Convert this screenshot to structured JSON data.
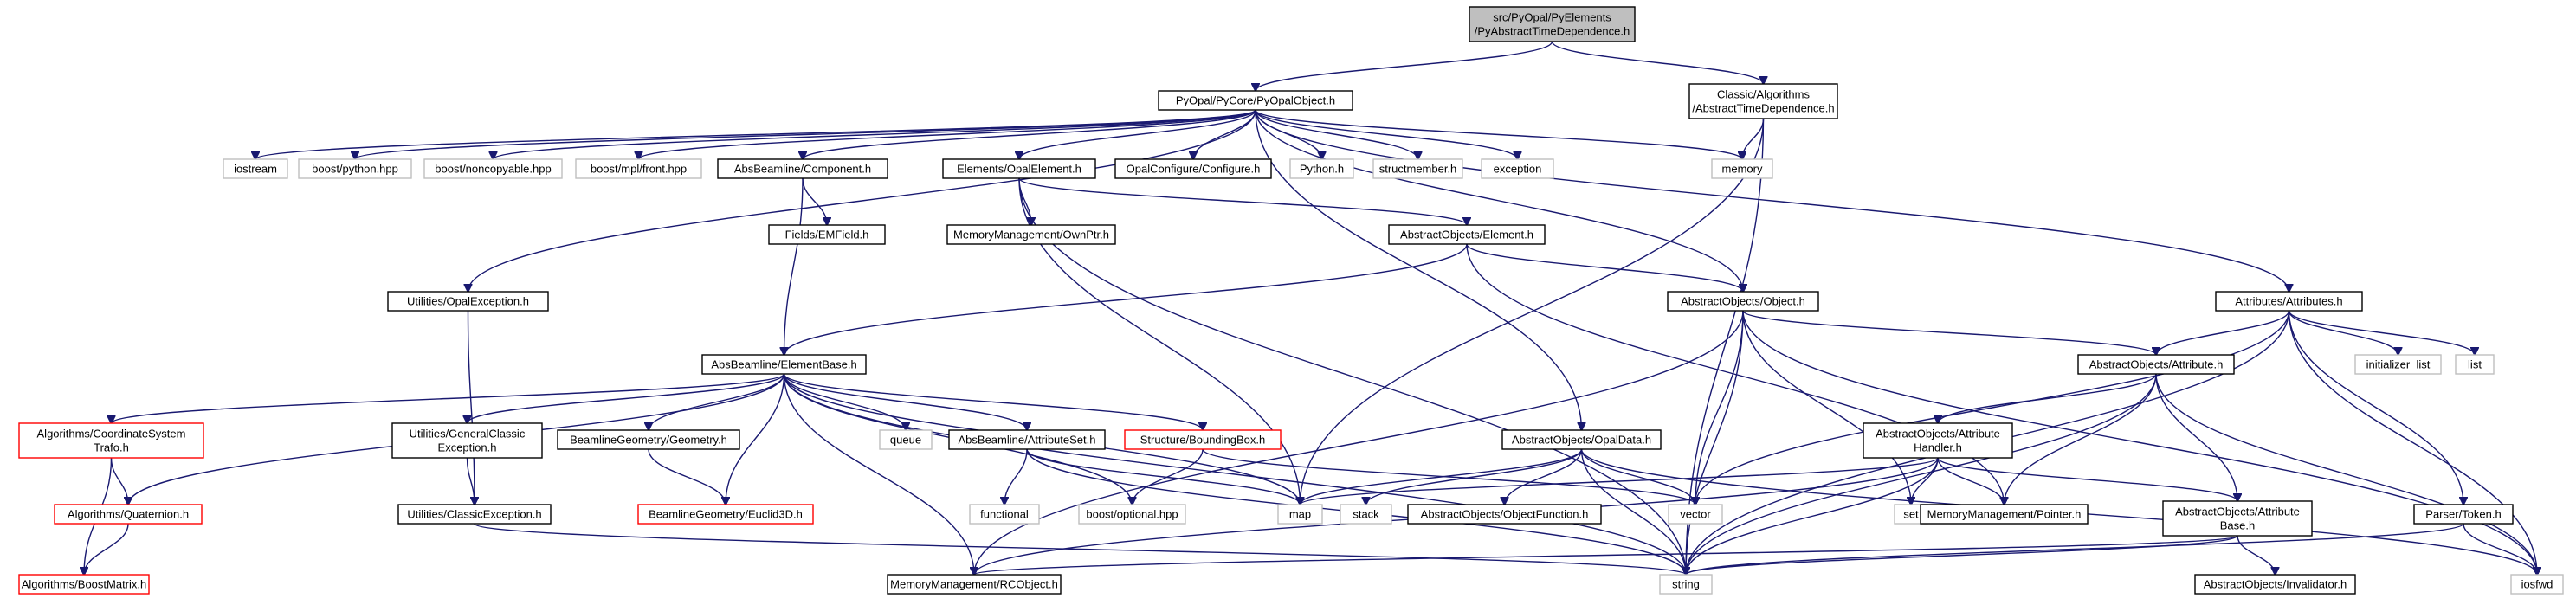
{
  "colors": {
    "edge": "#191970",
    "root_fill": "#bfbfbf",
    "node_border": "#000000",
    "external_border": "#bfbfbf",
    "incomplete_border": "#ff0000"
  },
  "nodes": [
    {
      "id": "root",
      "kind": "root",
      "lines": [
        "src/PyOpal/PyElements",
        "/PyAbstractTimeDependence.h"
      ]
    },
    {
      "id": "pyopalobject",
      "kind": "normal",
      "lines": [
        "PyOpal/PyCore/PyOpalObject.h"
      ]
    },
    {
      "id": "abstracttimedependence",
      "kind": "normal",
      "lines": [
        "Classic/Algorithms",
        "/AbstractTimeDependence.h"
      ]
    },
    {
      "id": "iostream",
      "kind": "external",
      "lines": [
        "iostream"
      ]
    },
    {
      "id": "boost_python",
      "kind": "external",
      "lines": [
        "boost/python.hpp"
      ]
    },
    {
      "id": "boost_noncopyable",
      "kind": "external",
      "lines": [
        "boost/noncopyable.hpp"
      ]
    },
    {
      "id": "boost_mpl_front",
      "kind": "external",
      "lines": [
        "boost/mpl/front.hpp"
      ]
    },
    {
      "id": "component",
      "kind": "normal",
      "lines": [
        "AbsBeamline/Component.h"
      ]
    },
    {
      "id": "opalelement",
      "kind": "normal",
      "lines": [
        "Elements/OpalElement.h"
      ]
    },
    {
      "id": "configure",
      "kind": "normal",
      "lines": [
        "OpalConfigure/Configure.h"
      ]
    },
    {
      "id": "python_h",
      "kind": "external",
      "lines": [
        "Python.h"
      ]
    },
    {
      "id": "structmember",
      "kind": "external",
      "lines": [
        "structmember.h"
      ]
    },
    {
      "id": "exception",
      "kind": "external",
      "lines": [
        "exception"
      ]
    },
    {
      "id": "memory",
      "kind": "external",
      "lines": [
        "memory"
      ]
    },
    {
      "id": "emfield",
      "kind": "normal",
      "lines": [
        "Fields/EMField.h"
      ]
    },
    {
      "id": "ownptr",
      "kind": "normal",
      "lines": [
        "MemoryManagement/OwnPtr.h"
      ]
    },
    {
      "id": "element",
      "kind": "normal",
      "lines": [
        "AbstractObjects/Element.h"
      ]
    },
    {
      "id": "opalexception",
      "kind": "normal",
      "lines": [
        "Utilities/OpalException.h"
      ]
    },
    {
      "id": "object",
      "kind": "normal",
      "lines": [
        "AbstractObjects/Object.h"
      ]
    },
    {
      "id": "attributes",
      "kind": "normal",
      "lines": [
        "Attributes/Attributes.h"
      ]
    },
    {
      "id": "elementbase",
      "kind": "normal",
      "lines": [
        "AbsBeamline/ElementBase.h"
      ]
    },
    {
      "id": "attribute",
      "kind": "normal",
      "lines": [
        "AbstractObjects/Attribute.h"
      ]
    },
    {
      "id": "initializer_list",
      "kind": "external",
      "lines": [
        "initializer_list"
      ]
    },
    {
      "id": "list",
      "kind": "external",
      "lines": [
        "list"
      ]
    },
    {
      "id": "coordsys",
      "kind": "incomplete",
      "lines": [
        "Algorithms/CoordinateSystem",
        "Trafo.h"
      ]
    },
    {
      "id": "generalclassicexception",
      "kind": "normal",
      "lines": [
        "Utilities/GeneralClassic",
        "Exception.h"
      ]
    },
    {
      "id": "geometry",
      "kind": "normal",
      "lines": [
        "BeamlineGeometry/Geometry.h"
      ]
    },
    {
      "id": "queue",
      "kind": "external",
      "lines": [
        "queue"
      ]
    },
    {
      "id": "attributeset",
      "kind": "normal",
      "lines": [
        "AbsBeamline/AttributeSet.h"
      ]
    },
    {
      "id": "boundingbox",
      "kind": "incomplete",
      "lines": [
        "Structure/BoundingBox.h"
      ]
    },
    {
      "id": "opaldata",
      "kind": "normal",
      "lines": [
        "AbstractObjects/OpalData.h"
      ]
    },
    {
      "id": "attributehandler",
      "kind": "normal",
      "lines": [
        "AbstractObjects/Attribute",
        "Handler.h"
      ]
    },
    {
      "id": "quaternion",
      "kind": "incomplete",
      "lines": [
        "Algorithms/Quaternion.h"
      ]
    },
    {
      "id": "classicexception",
      "kind": "normal",
      "lines": [
        "Utilities/ClassicException.h"
      ]
    },
    {
      "id": "euclid3d",
      "kind": "incomplete",
      "lines": [
        "BeamlineGeometry/Euclid3D.h"
      ]
    },
    {
      "id": "functional",
      "kind": "external",
      "lines": [
        "functional"
      ]
    },
    {
      "id": "boost_optional",
      "kind": "external",
      "lines": [
        "boost/optional.hpp"
      ]
    },
    {
      "id": "map",
      "kind": "external",
      "lines": [
        "map"
      ]
    },
    {
      "id": "stack",
      "kind": "external",
      "lines": [
        "stack"
      ]
    },
    {
      "id": "objectfunction",
      "kind": "normal",
      "lines": [
        "AbstractObjects/ObjectFunction.h"
      ]
    },
    {
      "id": "vector",
      "kind": "external",
      "lines": [
        "vector"
      ]
    },
    {
      "id": "set",
      "kind": "external",
      "lines": [
        "set"
      ]
    },
    {
      "id": "pointer",
      "kind": "normal",
      "lines": [
        "MemoryManagement/Pointer.h"
      ]
    },
    {
      "id": "attributebase",
      "kind": "normal",
      "lines": [
        "AbstractObjects/Attribute",
        "Base.h"
      ]
    },
    {
      "id": "token",
      "kind": "normal",
      "lines": [
        "Parser/Token.h"
      ]
    },
    {
      "id": "boostmatrix",
      "kind": "incomplete",
      "lines": [
        "Algorithms/BoostMatrix.h"
      ]
    },
    {
      "id": "rcobject",
      "kind": "normal",
      "lines": [
        "MemoryManagement/RCObject.h"
      ]
    },
    {
      "id": "string",
      "kind": "external",
      "lines": [
        "string"
      ]
    },
    {
      "id": "invalidator",
      "kind": "normal",
      "lines": [
        "AbstractObjects/Invalidator.h"
      ]
    },
    {
      "id": "iosfwd",
      "kind": "external",
      "lines": [
        "iosfwd"
      ]
    }
  ],
  "edges": [
    [
      "root",
      "pyopalobject"
    ],
    [
      "root",
      "abstracttimedependence"
    ],
    [
      "pyopalobject",
      "iostream"
    ],
    [
      "pyopalobject",
      "boost_python"
    ],
    [
      "pyopalobject",
      "boost_noncopyable"
    ],
    [
      "pyopalobject",
      "boost_mpl_front"
    ],
    [
      "pyopalobject",
      "component"
    ],
    [
      "pyopalobject",
      "opalelement"
    ],
    [
      "pyopalobject",
      "configure"
    ],
    [
      "pyopalobject",
      "python_h"
    ],
    [
      "pyopalobject",
      "structmember"
    ],
    [
      "pyopalobject",
      "exception"
    ],
    [
      "pyopalobject",
      "memory"
    ],
    [
      "pyopalobject",
      "opalexception"
    ],
    [
      "pyopalobject",
      "object"
    ],
    [
      "pyopalobject",
      "attributes"
    ],
    [
      "pyopalobject",
      "opaldata"
    ],
    [
      "abstracttimedependence",
      "memory"
    ],
    [
      "abstracttimedependence",
      "map"
    ],
    [
      "abstracttimedependence",
      "string"
    ],
    [
      "component",
      "emfield"
    ],
    [
      "component",
      "elementbase"
    ],
    [
      "opalelement",
      "ownptr"
    ],
    [
      "opalelement",
      "element"
    ],
    [
      "opalelement",
      "map"
    ],
    [
      "opalelement",
      "string"
    ],
    [
      "element",
      "object"
    ],
    [
      "element",
      "elementbase"
    ],
    [
      "element",
      "pointer"
    ],
    [
      "opalexception",
      "classicexception"
    ],
    [
      "object",
      "attribute"
    ],
    [
      "object",
      "set"
    ],
    [
      "object",
      "vector"
    ],
    [
      "object",
      "string"
    ],
    [
      "object",
      "iosfwd"
    ],
    [
      "object",
      "rcobject"
    ],
    [
      "attributes",
      "attribute"
    ],
    [
      "attributes",
      "initializer_list"
    ],
    [
      "attributes",
      "list"
    ],
    [
      "attributes",
      "vector"
    ],
    [
      "attributes",
      "token"
    ],
    [
      "attributes",
      "string"
    ],
    [
      "attributes",
      "iosfwd"
    ],
    [
      "elementbase",
      "coordsys"
    ],
    [
      "elementbase",
      "quaternion"
    ],
    [
      "elementbase",
      "generalclassicexception"
    ],
    [
      "elementbase",
      "geometry"
    ],
    [
      "elementbase",
      "euclid3d"
    ],
    [
      "elementbase",
      "queue"
    ],
    [
      "elementbase",
      "attributeset"
    ],
    [
      "elementbase",
      "boundingbox"
    ],
    [
      "elementbase",
      "boost_optional"
    ],
    [
      "elementbase",
      "map"
    ],
    [
      "elementbase",
      "string"
    ],
    [
      "elementbase",
      "rcobject"
    ],
    [
      "attribute",
      "attributehandler"
    ],
    [
      "attribute",
      "attributebase"
    ],
    [
      "attribute",
      "pointer"
    ],
    [
      "attribute",
      "string"
    ],
    [
      "attribute",
      "iosfwd"
    ],
    [
      "coordsys",
      "quaternion"
    ],
    [
      "coordsys",
      "boostmatrix"
    ],
    [
      "generalclassicexception",
      "classicexception"
    ],
    [
      "geometry",
      "euclid3d"
    ],
    [
      "attributeset",
      "functional"
    ],
    [
      "attributeset",
      "map"
    ],
    [
      "attributeset",
      "string"
    ],
    [
      "boundingbox",
      "boost_optional"
    ],
    [
      "boundingbox",
      "vector"
    ],
    [
      "opaldata",
      "map"
    ],
    [
      "opaldata",
      "stack"
    ],
    [
      "opaldata",
      "objectfunction"
    ],
    [
      "opaldata",
      "vector"
    ],
    [
      "opaldata",
      "string"
    ],
    [
      "opaldata",
      "iosfwd"
    ],
    [
      "attributehandler",
      "map"
    ],
    [
      "attributehandler",
      "set"
    ],
    [
      "attributehandler",
      "pointer"
    ],
    [
      "attributehandler",
      "string"
    ],
    [
      "attributehandler",
      "attributebase"
    ],
    [
      "attributehandler",
      "rcobject"
    ],
    [
      "quaternion",
      "boostmatrix"
    ],
    [
      "classicexception",
      "string"
    ],
    [
      "attributebase",
      "invalidator"
    ],
    [
      "attributebase",
      "string"
    ],
    [
      "attributebase",
      "rcobject"
    ],
    [
      "token",
      "string"
    ],
    [
      "token",
      "iosfwd"
    ]
  ]
}
